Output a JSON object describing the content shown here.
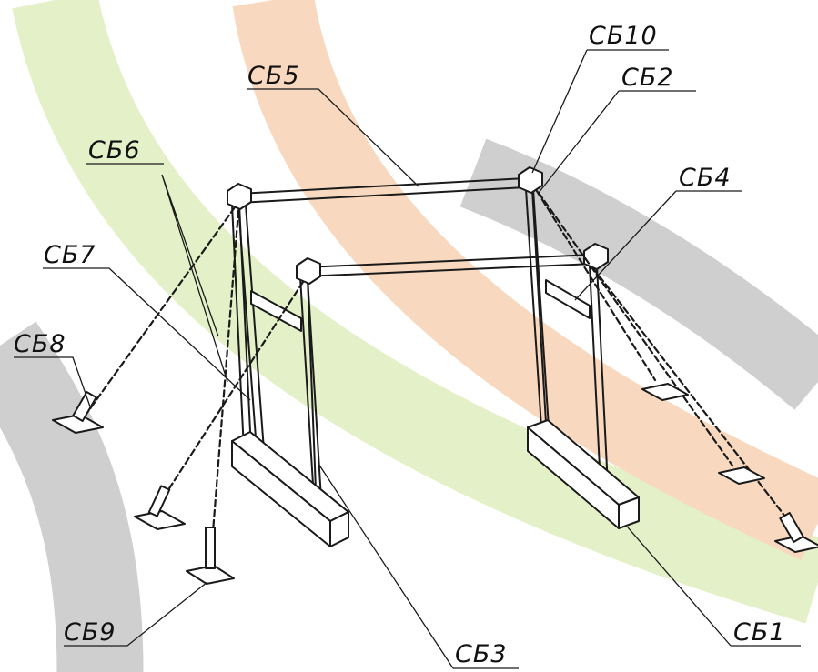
{
  "callouts": {
    "sb1": "СБ1",
    "sb2": "СБ2",
    "sb3": "СБ3",
    "sb4": "СБ4",
    "sb5": "СБ5",
    "sb6": "СБ6",
    "sb7": "СБ7",
    "sb8": "СБ8",
    "sb9": "СБ9",
    "sb10": "СБ10"
  },
  "colors": {
    "band_green": "#e3f0c8",
    "band_orange": "#f8d8be",
    "band_grey": "#c9c9c9",
    "ink": "#1a1a1a"
  }
}
